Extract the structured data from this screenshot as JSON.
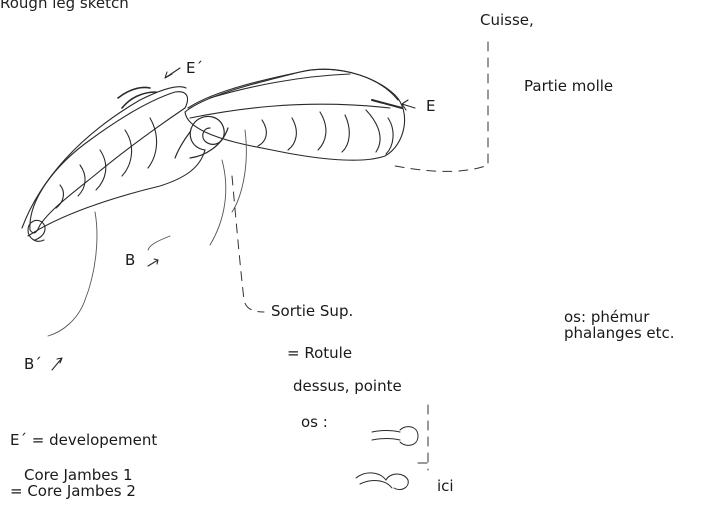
{
  "labels": {
    "cuisse": "Cuisse,",
    "partie_molle": "Partie molle",
    "e_prime": "E´",
    "e": "E",
    "b": "B",
    "b_prime": "B´",
    "sortie_sup": "Sortie Sup.",
    "rotule": "= Rotule",
    "dessus_pointe": "dessus, pointe",
    "os": "os :",
    "ici": "ici",
    "os_phemur": "os: phémur",
    "phalanges": "phalanges etc.",
    "e_prime_def": "E´ = developement",
    "core_jambes_1": "Core Jambes 1",
    "core_jambes_2": "= Core Jambes 2",
    "top_partial": "Rough leg sketch"
  }
}
